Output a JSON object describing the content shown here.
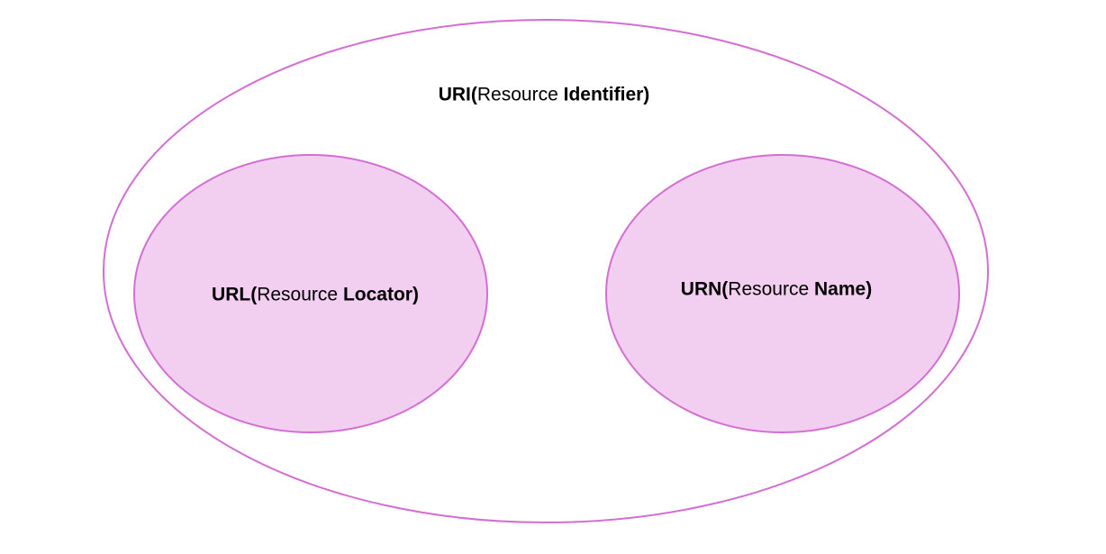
{
  "colors": {
    "outline": "#d36ed2",
    "fill": "#f2cff0",
    "background": "#ffffff",
    "text": "#000000"
  },
  "uri": {
    "abbr": "URI(",
    "word": "Resource",
    "term": "Identifier)"
  },
  "url": {
    "abbr": "URL(",
    "word": "Resource",
    "term": "Locator)"
  },
  "urn": {
    "abbr": "URN(",
    "word": "Resource",
    "term": "Name)"
  }
}
